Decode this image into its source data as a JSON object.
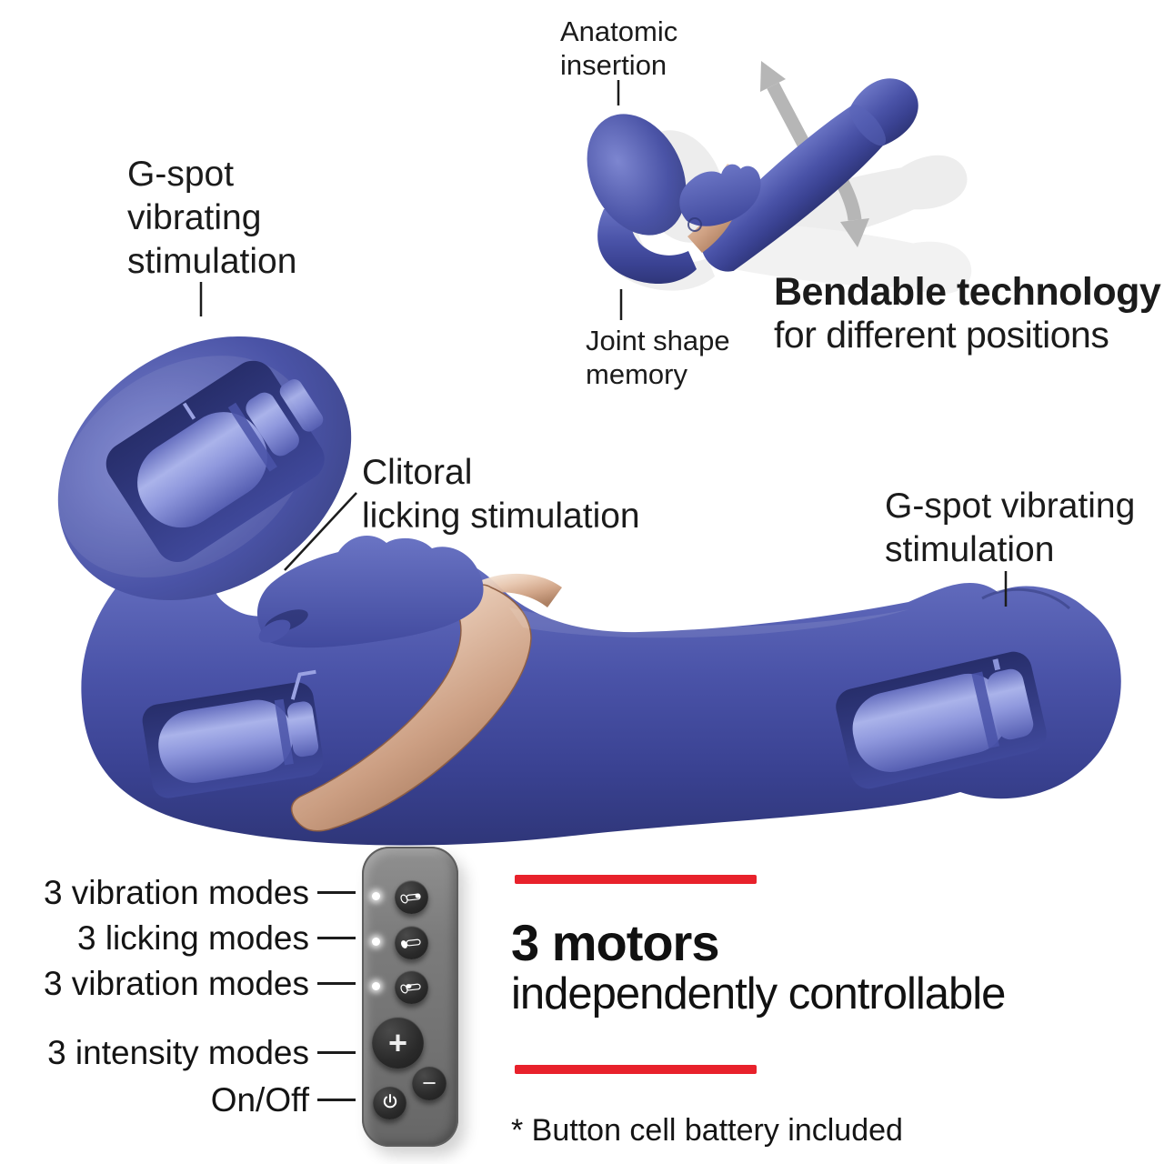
{
  "top_diagram": {
    "anatomic_label": "Anatomic\ninsertion",
    "joint_label": "Joint shape\nmemory",
    "bendable_title": "Bendable technology",
    "bendable_subtitle": "for different positions"
  },
  "main_diagram": {
    "gspot_left_label": "G-spot\nvibrating\nstimulation",
    "clitoral_label": "Clitoral\nlicking stimulation",
    "gspot_right_label": "G-spot vibrating\nstimulation"
  },
  "remote": {
    "labels": [
      "3 vibration modes",
      "3 licking modes",
      "3 vibration modes",
      "3 intensity modes",
      "On/Off"
    ],
    "plus": "+",
    "minus": "−"
  },
  "motors": {
    "title": "3 motors",
    "subtitle": "independently controllable",
    "footnote": "* Button cell battery included"
  },
  "colors": {
    "body_blue": "#454e9e",
    "accent_red": "#e8212b",
    "rose_gold": "#d8ab8f",
    "remote_gray": "#7d7d7d"
  }
}
